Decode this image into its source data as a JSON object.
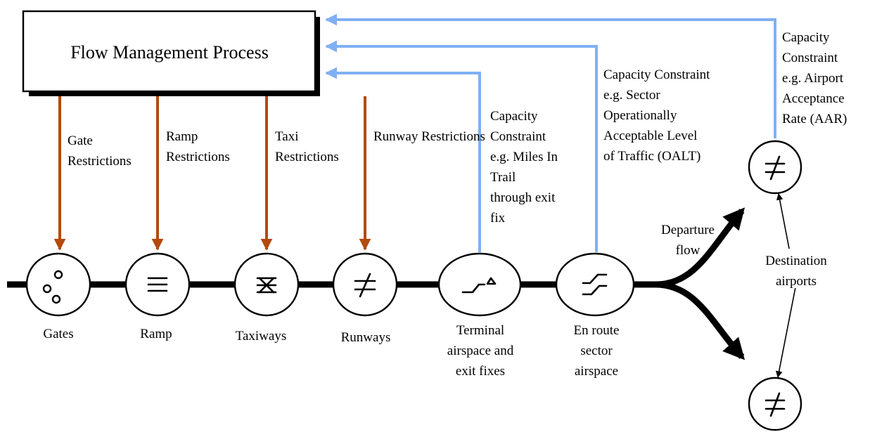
{
  "process_box": {
    "label": "Flow Management Process"
  },
  "nodes": {
    "gates": {
      "label": [
        "Gates"
      ]
    },
    "ramp": {
      "label": [
        "Ramp"
      ]
    },
    "taxiways": {
      "label": [
        "Taxiways"
      ]
    },
    "runways": {
      "label": [
        "Runways"
      ]
    },
    "terminal": {
      "label": [
        "Terminal",
        "airspace and",
        "exit fixes"
      ]
    },
    "enroute": {
      "label": [
        "En route",
        "sector",
        "airspace"
      ]
    }
  },
  "restrictions": {
    "gate": [
      "Gate",
      "Restrictions"
    ],
    "ramp": [
      "Ramp",
      "Restrictions"
    ],
    "taxi": [
      "Taxi",
      "Restrictions"
    ],
    "runway": [
      "Runway Restrictions"
    ]
  },
  "constraints": {
    "terminal": [
      "Capacity",
      "Constraint",
      "e.g. Miles In",
      "Trail",
      "through exit",
      "fix"
    ],
    "enroute": [
      "Capacity Constraint",
      "e.g. Sector",
      "Operationally",
      "Acceptable Level",
      "of Traffic (OALT)"
    ],
    "airport": [
      "Capacity",
      "Constraint",
      "e.g. Airport",
      "Acceptance",
      "Rate (AAR)"
    ]
  },
  "departure_flow": [
    "Departure",
    "flow"
  ],
  "destination_airports": [
    "Destination",
    "airports"
  ],
  "colors": {
    "restriction_arrow": "#b34a0c",
    "constraint_arrow": "#7fb0f4",
    "flow_line": "#000000"
  }
}
